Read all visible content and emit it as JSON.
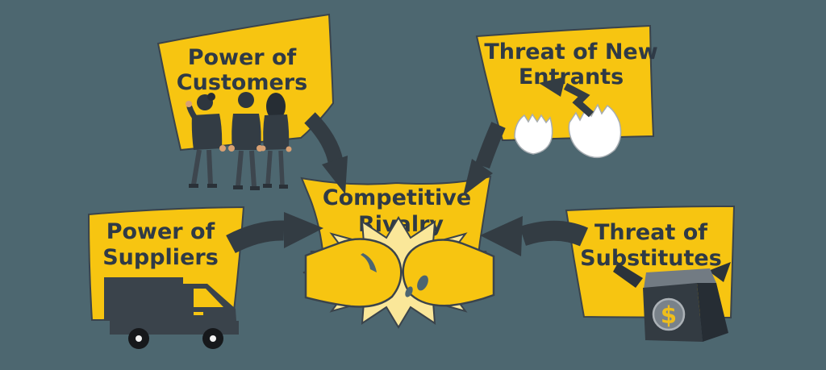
{
  "colors": {
    "background": "#4D6770",
    "banner": "#F7C511",
    "burst": "#FAE799",
    "ink": "#333C43",
    "label_text": "#2F3A46",
    "egg_white": "#FFFFFF",
    "metal_gray": "#79828A",
    "dollar_yellow": "#EFBE1B"
  },
  "forces": {
    "customers": {
      "line1": "Power of",
      "line2": "Customers",
      "icon": "customers-people-icon"
    },
    "new_entrants": {
      "line1": "Threat of New",
      "line2": "Entrants",
      "icon": "hatching-eggs-icon"
    },
    "suppliers": {
      "line1": "Power of",
      "line2": "Suppliers",
      "icon": "delivery-truck-icon"
    },
    "substitutes": {
      "line1": "Threat of",
      "line2": "Substitutes",
      "icon": "substitute-box-icon"
    },
    "rivalry": {
      "line1": "Competitive",
      "line2": "Rivalry",
      "icon": "fist-bump-icon"
    }
  },
  "substitute_box": {
    "dollar_sign": "$"
  }
}
